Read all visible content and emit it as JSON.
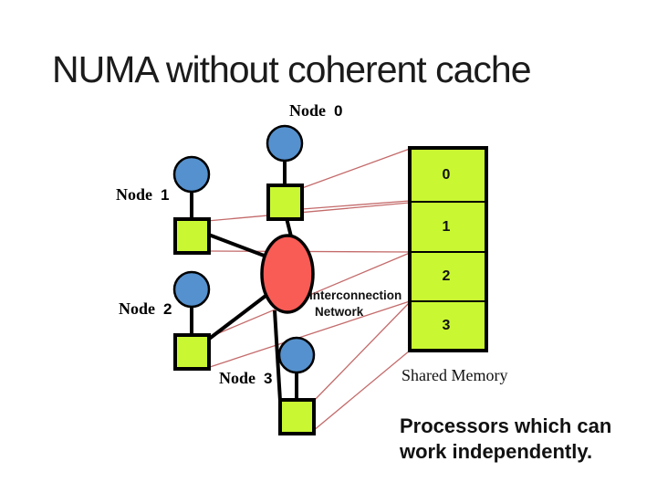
{
  "title": "NUMA without coherent cache",
  "nodes": [
    {
      "label": "Node",
      "number": "0"
    },
    {
      "label": "Node",
      "number": "1"
    },
    {
      "label": "Node",
      "number": "2"
    },
    {
      "label": "Node",
      "number": "3"
    }
  ],
  "network": {
    "line1": "Interconnection",
    "line2": "Network"
  },
  "memory": {
    "label": "Shared Memory",
    "cells": [
      "0",
      "1",
      "2",
      "3"
    ]
  },
  "caption": {
    "line1": "Processors which can",
    "line2": "work independently."
  },
  "colors": {
    "processor_blue": "#5591ce",
    "cache_green": "#c9f832",
    "memory_green": "#c9f832",
    "network_red": "#f95b55",
    "link_red": "#c46a6a"
  }
}
